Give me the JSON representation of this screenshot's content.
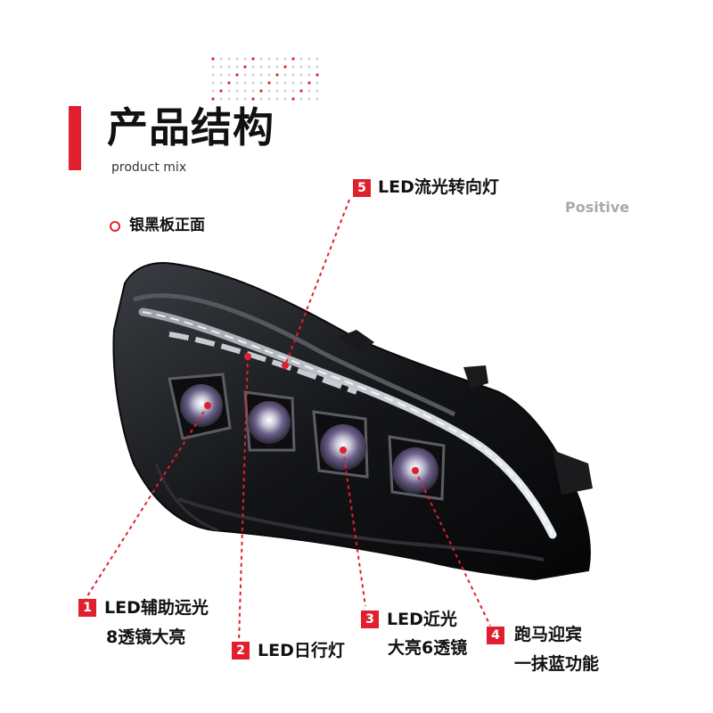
{
  "header": {
    "title": "产品结构",
    "subtitle": "product mix",
    "accent_color": "#e0202e"
  },
  "view_label": "Positive",
  "variant": {
    "label": "银黑板正面",
    "icon": "ring-bullet-icon"
  },
  "callouts": [
    {
      "number": "1",
      "line1": "LED辅助远光",
      "line2": "8透镜大亮"
    },
    {
      "number": "2",
      "line1": "LED日行灯",
      "line2": ""
    },
    {
      "number": "3",
      "line1": "LED近光",
      "line2": "大亮6透镜"
    },
    {
      "number": "4",
      "line1": "跑马迎宾",
      "line2": "一抹蓝功能"
    },
    {
      "number": "5",
      "line1": "LED流光转向灯",
      "line2": ""
    }
  ],
  "image": {
    "subject": "headlight-assembly"
  }
}
